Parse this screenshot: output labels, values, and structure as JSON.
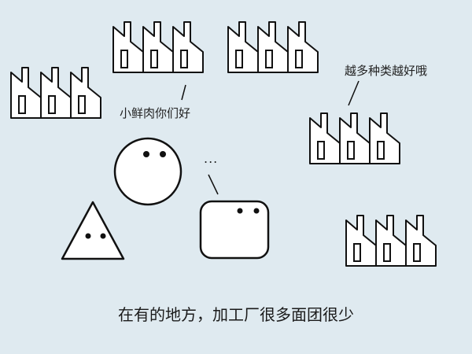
{
  "colors": {
    "background": "#dfeaf0",
    "outline": "#111111",
    "fill": "#ffffff"
  },
  "icons": [
    "factory-icon",
    "circle-character-icon",
    "triangle-character-icon",
    "rounded-square-character-icon"
  ],
  "labels": {
    "xianrou": "小鲜肉你们好",
    "duo": "越多种类越好哦",
    "dots": "...",
    "caption": "在有的地方，加工厂很多面团很少"
  }
}
